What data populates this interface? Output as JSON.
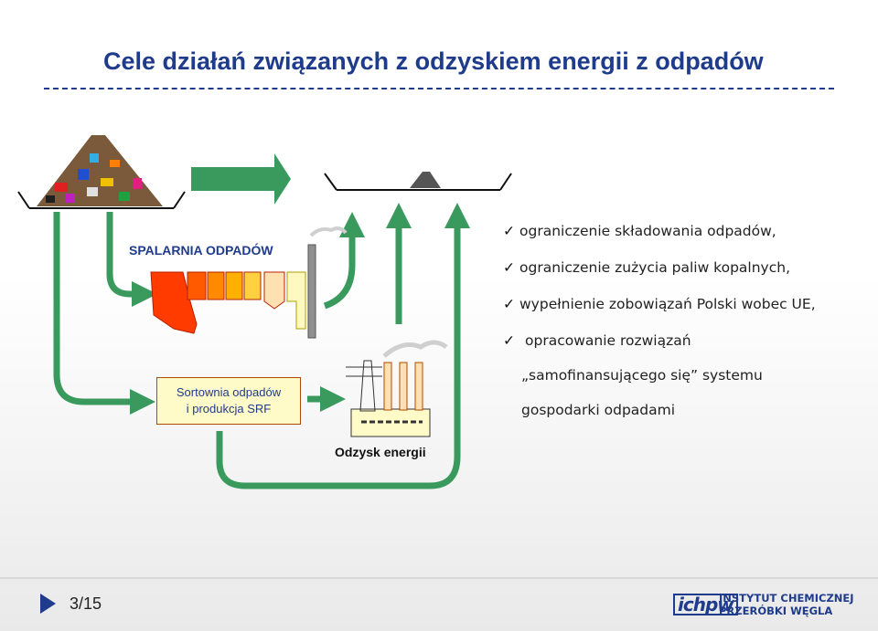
{
  "title": "Cele działań związanych z odzyskiem energii z odpadów",
  "diagram": {
    "plant_label": "SPALARNIA ODPADÓW",
    "sorting_line1": "Sortownia odpadów",
    "sorting_line2": "i produkcja SRF",
    "energy_label": "Odzysk energii",
    "colors": {
      "arrow": "#3a9a5e",
      "title": "#1f3b8c",
      "furnace": "#ff3b00",
      "box_fill": "#fffbc8"
    }
  },
  "bullets": {
    "check_glyph": "✓",
    "items": [
      "ograniczenie składowania odpadów,",
      "ograniczenie zużycia paliw kopalnych,",
      "wypełnienie zobowiązań Polski wobec UE,",
      "opracowanie rozwiązań"
    ],
    "continuation_1": "„samofinansującego się” systemu",
    "continuation_2": "gospodarki odpadami"
  },
  "footer": {
    "page": "3/15",
    "logo_mark": "ichpw",
    "logo_line1": "INSTYTUT CHEMICZNEJ",
    "logo_line2": "PRZERÓBKI WĘGLA"
  }
}
